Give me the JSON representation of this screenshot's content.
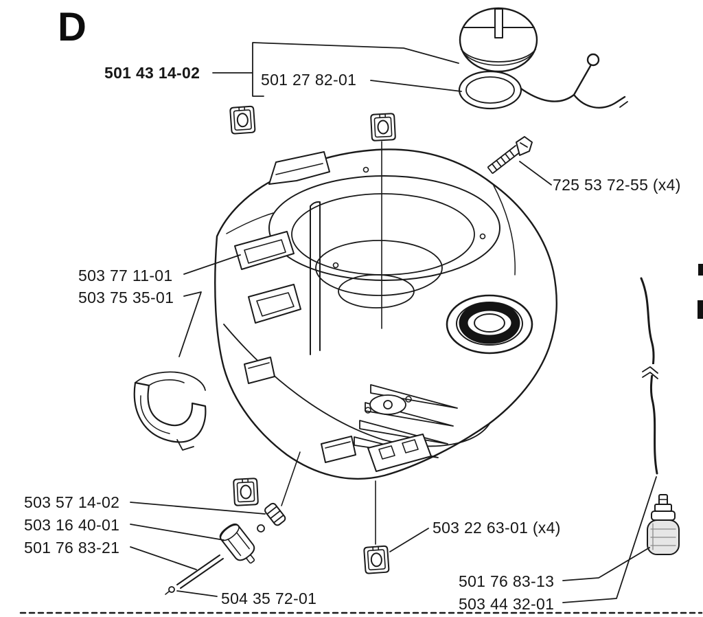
{
  "page": {
    "section_label": "D",
    "background_color": "#ffffff",
    "ink_color": "#1a1a1a"
  },
  "parts": {
    "assembly_group": {
      "number": "501 43 14-02"
    },
    "fuel_cap": {
      "number": "501 27 82-01"
    },
    "screw": {
      "number": "725 53 72-55 (x4)"
    },
    "tank_housing": {
      "number": "503 77 11-01"
    },
    "clamp": {
      "number": "503 75 35-01"
    },
    "inlet_nipple": {
      "number": "503 57 14-02"
    },
    "filter_body": {
      "number": "503 16 40-01"
    },
    "fuel_pipe": {
      "number": "501 76 83-21"
    },
    "pipe_end": {
      "number": "504 35 72-01"
    },
    "grommet": {
      "number": "503 22 63-01 (x4)"
    },
    "fuel_filter": {
      "number": "501 76 83-13"
    },
    "fuel_line": {
      "number": "503 44 32-01"
    }
  }
}
